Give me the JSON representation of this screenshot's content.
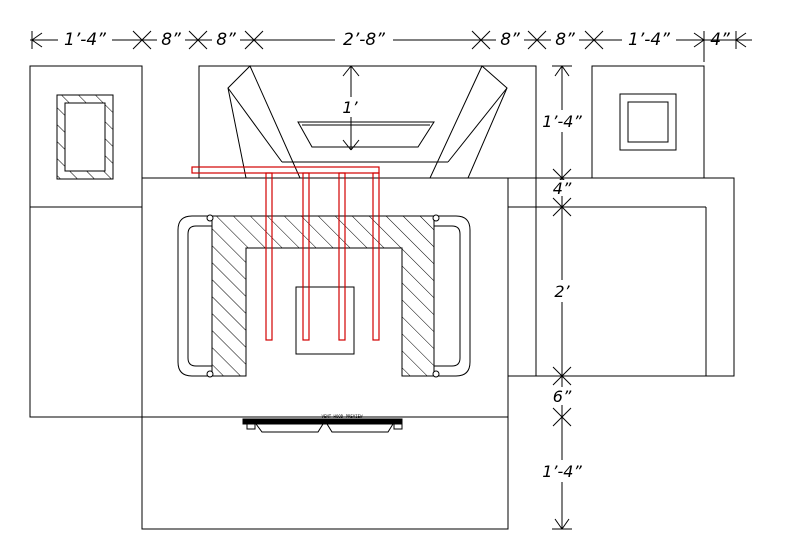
{
  "dimensions": {
    "top": [
      "1’-4”",
      "8”",
      "8”",
      "2’-8”",
      "8”",
      "8”",
      "1’-4”",
      "4”"
    ],
    "basin_height": "1’",
    "right_upper": "1’-4”",
    "right_ledge": "4”",
    "right_middle": "2’",
    "right_gap": "6”",
    "right_lower": "1’-4”"
  },
  "appliance_label": "VENT HOOD PREVIEW",
  "colors": {
    "line": "#000000",
    "highlight": "#d10000",
    "background": "#ffffff"
  }
}
